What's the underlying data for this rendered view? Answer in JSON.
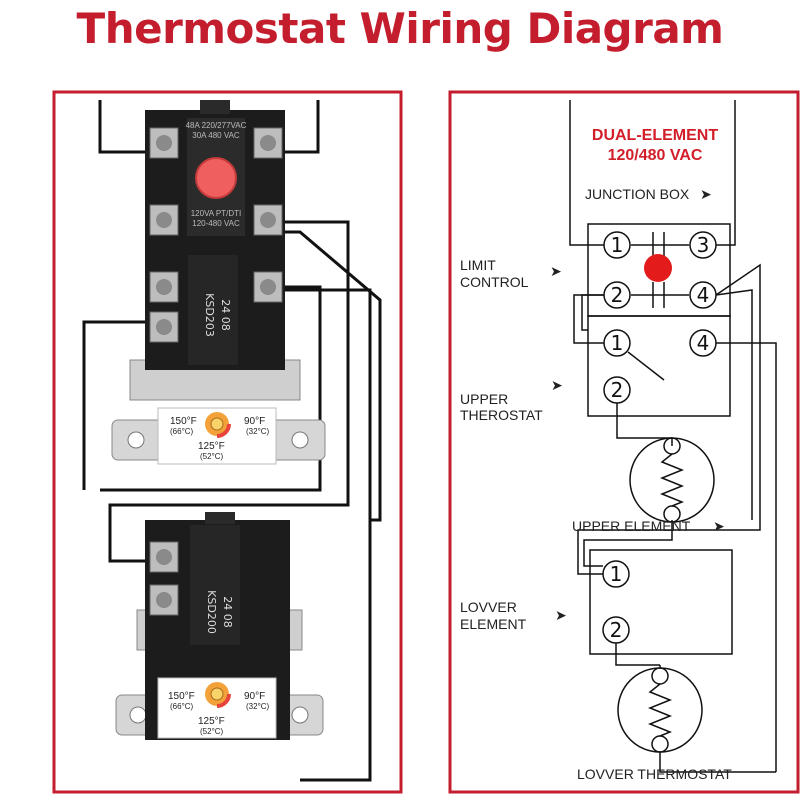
{
  "title": "Thermostat Wiring Diagram",
  "upper_unit": {
    "model": "KSD203",
    "code": "24 08",
    "ratings_top": [
      "48A 220/277VAC",
      "30A 480 VAC"
    ],
    "ratings_mid": [
      "120VA PT/DTI",
      "120-480 VAC"
    ],
    "dial": {
      "low": "90°F",
      "low_c": "(32°C)",
      "mid": "125°F",
      "mid_c": "(52°C)",
      "high": "150°F",
      "high_c": "(66°C)"
    }
  },
  "lower_unit": {
    "model": "KSD200",
    "code": "24 08",
    "dial": {
      "low": "90°F",
      "low_c": "(32°C)",
      "mid": "125°F",
      "mid_c": "(52°C)",
      "high": "150°F",
      "high_c": "(66°C)"
    }
  },
  "schematic": {
    "header_line1": "DUAL-ELEMENT",
    "header_line2": "120/480 VAC",
    "junction_box": "JUNCTION BOX",
    "limit_control": [
      "LIMIT",
      "CONTROL"
    ],
    "upper_therostat": [
      "UPPER",
      "THEROSTAT"
    ],
    "upper_element": "UPPER ELEMENT",
    "lower_element": [
      "LOVVER",
      "ELEMENT"
    ],
    "lower_thermostat": "LOVVER THERMOSTAT",
    "terminals": [
      "1",
      "3",
      "2",
      "4",
      "1",
      "4",
      "2",
      "1",
      "2"
    ]
  },
  "colors": {
    "title": "#c41e2e",
    "frame": "#c41e2e",
    "accent": "#e8443b"
  }
}
